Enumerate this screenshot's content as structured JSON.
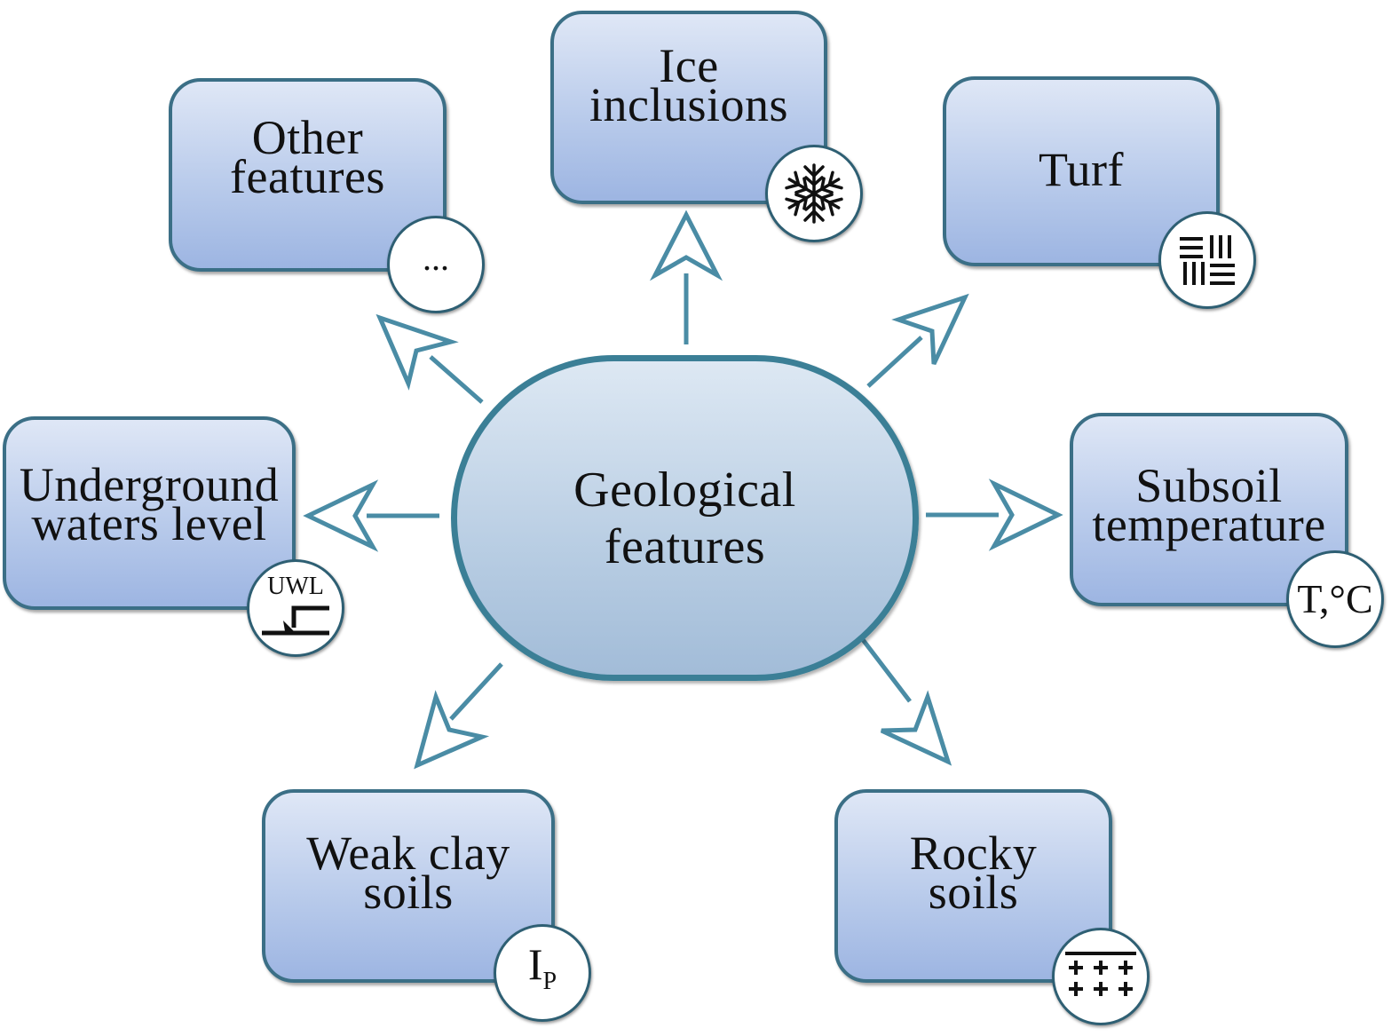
{
  "center": {
    "line1": "Geological",
    "line2": "features"
  },
  "nodes": {
    "other": {
      "line1": "Other",
      "line2": "features",
      "badge": "..."
    },
    "ice": {
      "line1": "Ice",
      "line2": "inclusions",
      "badge": "snowflake-icon"
    },
    "turf": {
      "line1": "Turf",
      "badge": "turf-hatch-icon"
    },
    "uwl": {
      "line1": "Underground",
      "line2": "waters level",
      "badge": "UWL"
    },
    "subsoil": {
      "line1": "Subsoil",
      "line2": "temperature",
      "badge": "T,°C"
    },
    "weak_clay": {
      "line1": "Weak clay",
      "line2": "soils",
      "badge_main": "I",
      "badge_sub": "P"
    },
    "rocky": {
      "line1": "Rocky",
      "line2": "soils",
      "badge": "rock-crosses-icon"
    }
  },
  "colors": {
    "border": "#3b6f86",
    "arrow": "#4a8ca5",
    "fill_top": "#dfe7f6",
    "fill_bottom": "#9db5e2"
  }
}
